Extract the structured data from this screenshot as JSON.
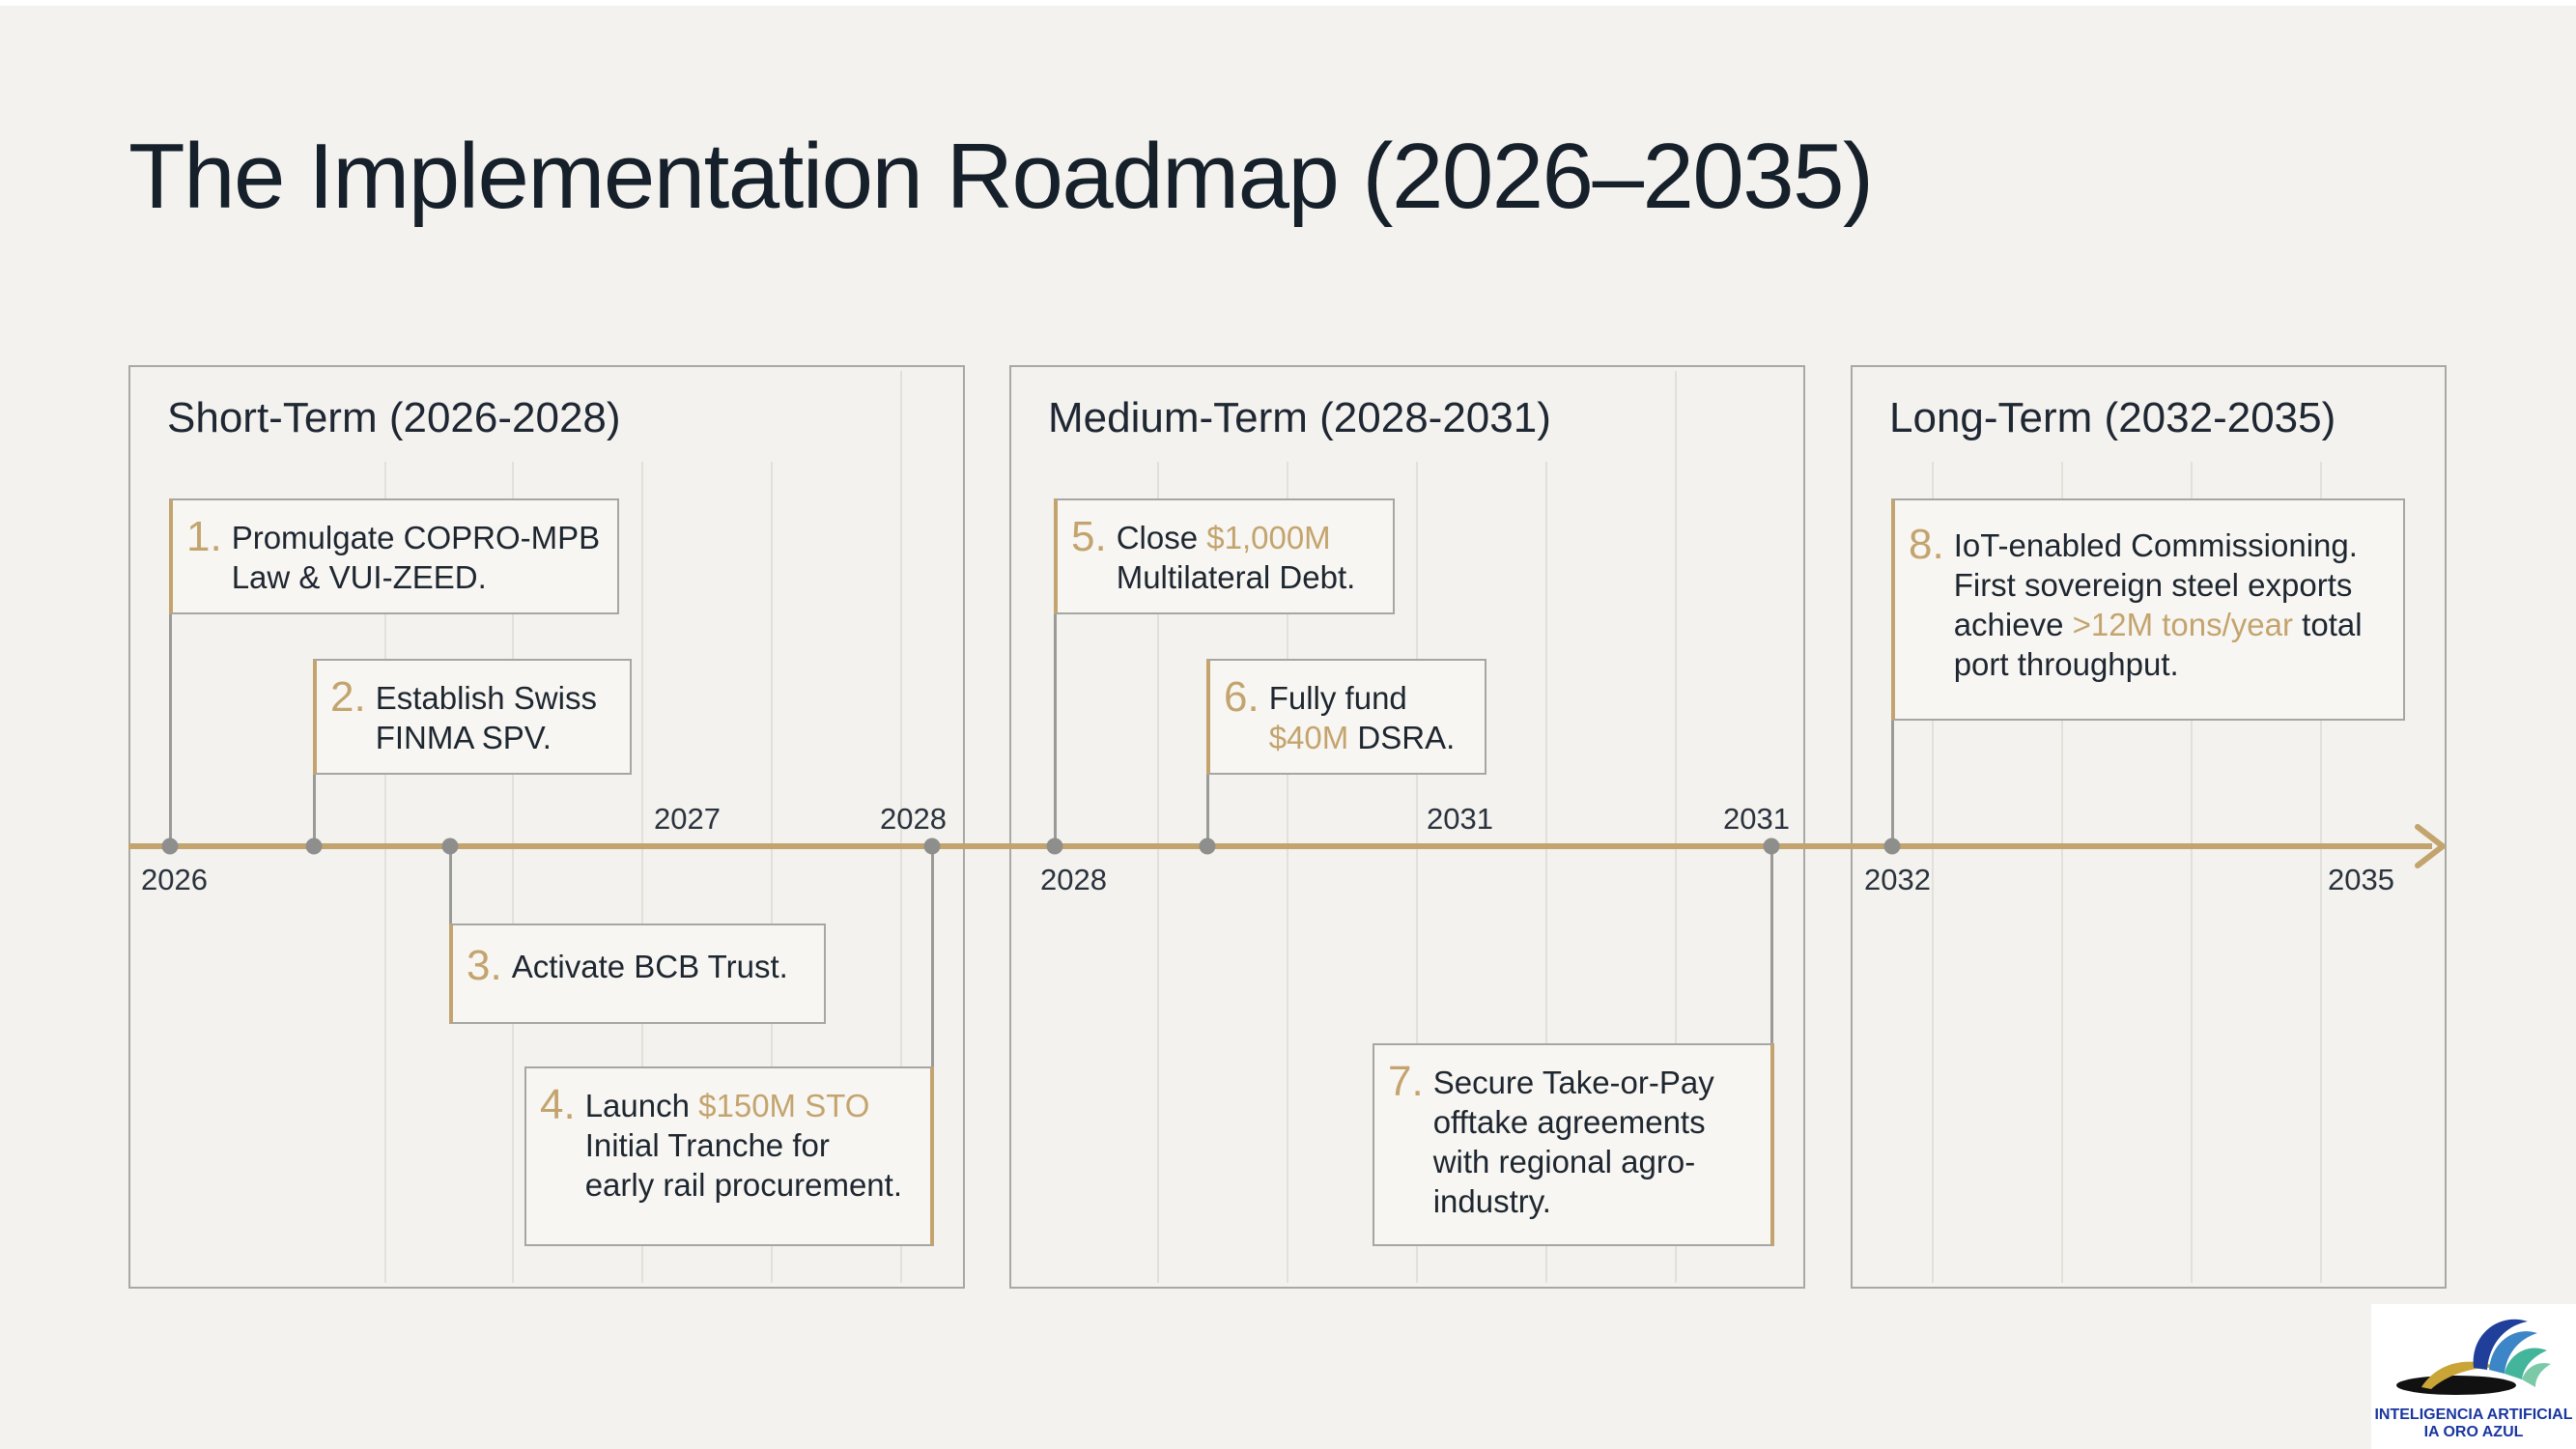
{
  "title": "The Implementation Roadmap (2026–2035)",
  "phases": [
    {
      "label": "Short-Term (2026-2028)"
    },
    {
      "label": "Medium-Term (2028-2031)"
    },
    {
      "label": "Long-Term (2032-2035)"
    }
  ],
  "year_labels": [
    "2026",
    "2027",
    "2028",
    "2028",
    "2031",
    "2031",
    "2032",
    "2035"
  ],
  "milestones": [
    {
      "number": "1.",
      "parts": [
        {
          "text": "Promulgate COPRO-MPB"
        },
        {
          "br": true
        },
        {
          "text": "Law & VUI-ZEED."
        }
      ]
    },
    {
      "number": "2.",
      "parts": [
        {
          "text": "Establish Swiss"
        },
        {
          "br": true
        },
        {
          "text": "FINMA SPV."
        }
      ]
    },
    {
      "number": "3.",
      "parts": [
        {
          "text": "Activate BCB Trust."
        }
      ]
    },
    {
      "number": "4.",
      "parts": [
        {
          "text": "Launch "
        },
        {
          "text": "$150M STO",
          "highlight": true
        },
        {
          "br": true
        },
        {
          "text": "Initial Tranche for"
        },
        {
          "br": true
        },
        {
          "text": "early rail procurement."
        }
      ]
    },
    {
      "number": "5.",
      "parts": [
        {
          "text": "Close "
        },
        {
          "text": "$1,000M",
          "highlight": true
        },
        {
          "br": true
        },
        {
          "text": "Multilateral Debt."
        }
      ]
    },
    {
      "number": "6.",
      "parts": [
        {
          "text": "Fully fund"
        },
        {
          "br": true
        },
        {
          "text": "$40M",
          "highlight": true
        },
        {
          "text": " DSRA."
        }
      ]
    },
    {
      "number": "7.",
      "parts": [
        {
          "text": "Secure Take-or-Pay"
        },
        {
          "br": true
        },
        {
          "text": "offtake agreements"
        },
        {
          "br": true
        },
        {
          "text": "with regional agro-"
        },
        {
          "br": true
        },
        {
          "text": "industry."
        }
      ]
    },
    {
      "number": "8.",
      "parts": [
        {
          "text": "IoT-enabled Commissioning."
        },
        {
          "br": true
        },
        {
          "text": "First sovereign steel exports"
        },
        {
          "br": true
        },
        {
          "text": "achieve "
        },
        {
          "text": ">12M tons/year",
          "highlight": true
        },
        {
          "text": " total"
        },
        {
          "br": true
        },
        {
          "text": "port throughput."
        }
      ]
    }
  ],
  "logo": {
    "line1": "INTELIGENCIA ARTIFICIAL",
    "line2": "IA ORO AZUL"
  },
  "colors": {
    "accent": "#c4a46e",
    "text": "#1b2430",
    "background": "#f3f2ee",
    "logo_text": "#1a36a0"
  }
}
